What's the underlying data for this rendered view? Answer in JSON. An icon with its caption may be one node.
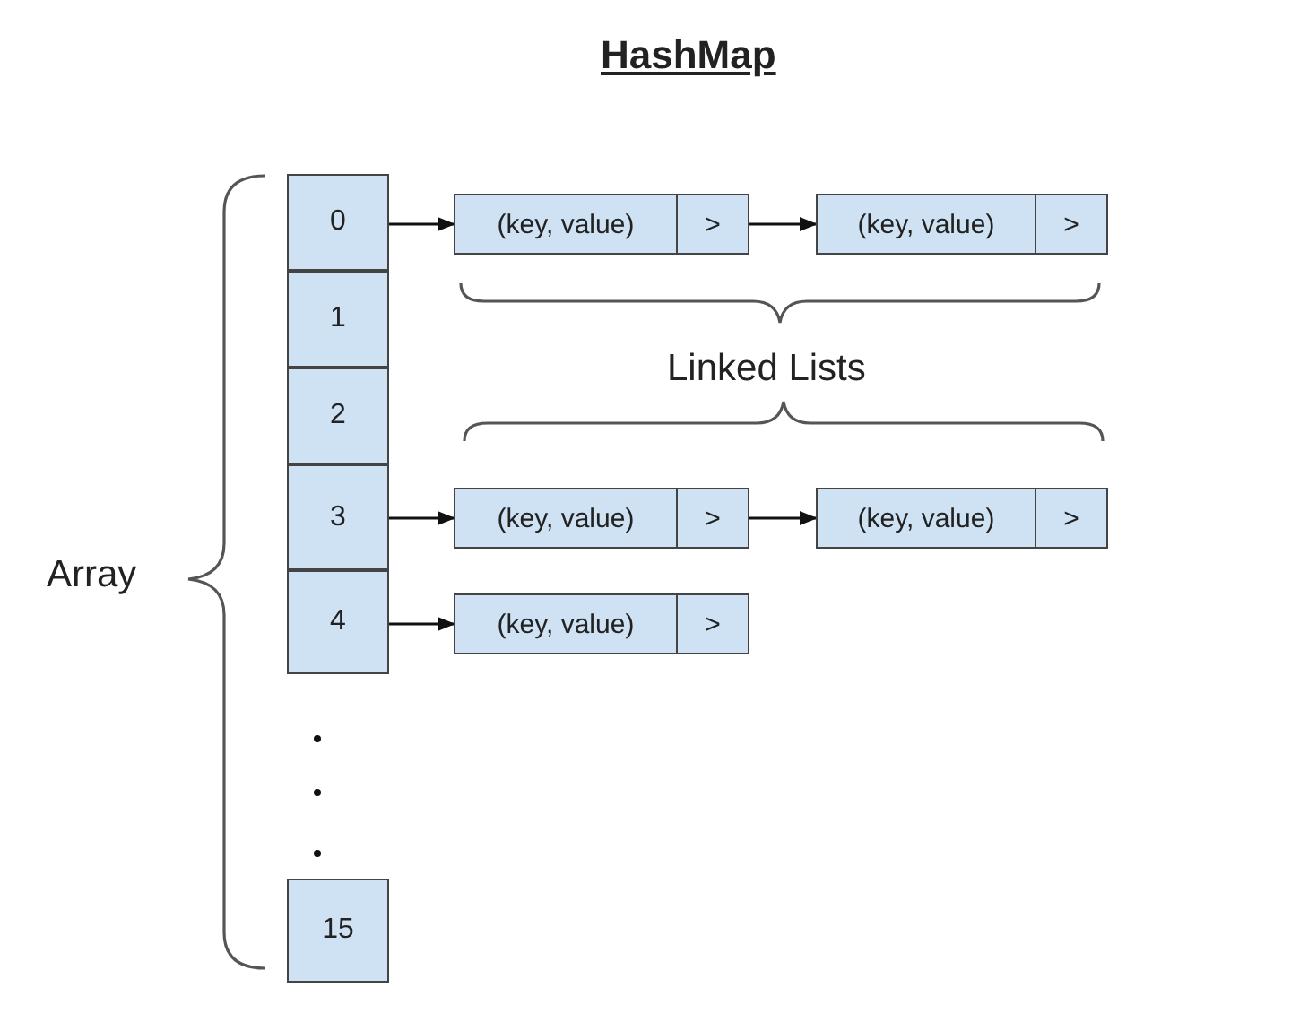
{
  "diagram": {
    "title": "HashMap",
    "nodes": [
      {
        "text": [
          "0"
        ]
      },
      {
        "text": [
          "1"
        ]
      },
      {
        "text": [
          "2"
        ]
      },
      {
        "text": [
          "3"
        ]
      },
      {
        "text": [
          "4"
        ]
      },
      {
        "text": [
          "15"
        ]
      },
      {
        "text": [
          "(key, value)",
          ">"
        ]
      },
      {
        "text": [
          "(key, value)",
          ">"
        ]
      },
      {
        "text": [
          "(key, value)",
          ">"
        ]
      },
      {
        "text": [
          "(key, value)",
          ">"
        ]
      },
      {
        "text": [
          "(key, value)",
          ">"
        ]
      }
    ],
    "edges": [
      {
        "from": 0,
        "to": 6,
        "arrow": "to"
      },
      {
        "from": 6,
        "to": 7,
        "arrow": "to"
      },
      {
        "from": 3,
        "to": 8,
        "arrow": "to"
      },
      {
        "from": 8,
        "to": 9,
        "arrow": "to"
      },
      {
        "from": 4,
        "to": 10,
        "arrow": "to"
      }
    ],
    "labels": [
      "Linked Lists",
      "Array"
    ]
  }
}
